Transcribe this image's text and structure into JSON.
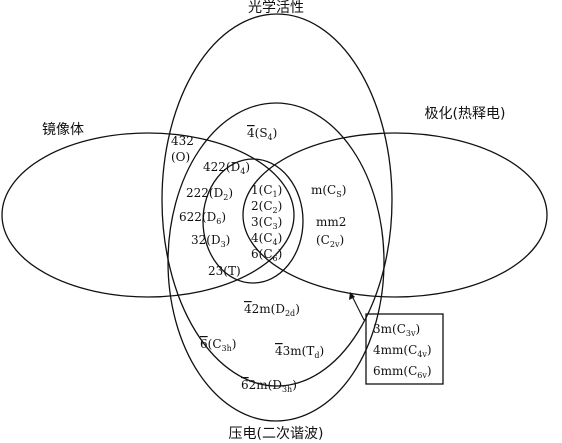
{
  "sets": {
    "optical_activity": "光学活性",
    "mirror_image": "镜像体",
    "polarization": "极化(热释电)",
    "piezoelectric": "压电(二次谐波)"
  },
  "classes": {
    "o": "432",
    "o_sym": "(O)",
    "d4": "422(D",
    "d4_sub": "4",
    "d2": "222(D",
    "d2_sub": "2",
    "d6": "622(D",
    "d6_sub": "6",
    "d3": "32(D",
    "d3_sub": "3",
    "t": "23(T)",
    "s4_bar": "4",
    "s4": "(S",
    "s4_sub": "4",
    "c1": "1(C",
    "c1_sub": "1",
    "c2": "2(C",
    "c2_sub": "2",
    "c3": "3(C",
    "c3_sub": "3",
    "c4": "4(C",
    "c4_sub": "4",
    "c6": "6(C",
    "c6_sub": "6",
    "cs": "m(C",
    "cs_sub": "S",
    "c2v_a": "mm2",
    "c2v_b": "(C",
    "c2v_sub": "2v",
    "d2d_bar": "4",
    "d2d": "2m(D",
    "d2d_sub": "2d",
    "c3h_bar": "6",
    "c3h": "(C",
    "c3h_sub": "3h",
    "td_bar": "4",
    "td": "3m(T",
    "td_sub": "d",
    "d3h_bar": "6",
    "d3h": "2m(D",
    "d3h_sub": "3h",
    "c3v": "3m(C",
    "c3v_sub": "3v",
    "c4v": "4mm(C",
    "c4v_sub": "4v",
    "c6v": "6mm(C",
    "c6v_sub": "6v",
    "close": ")"
  }
}
